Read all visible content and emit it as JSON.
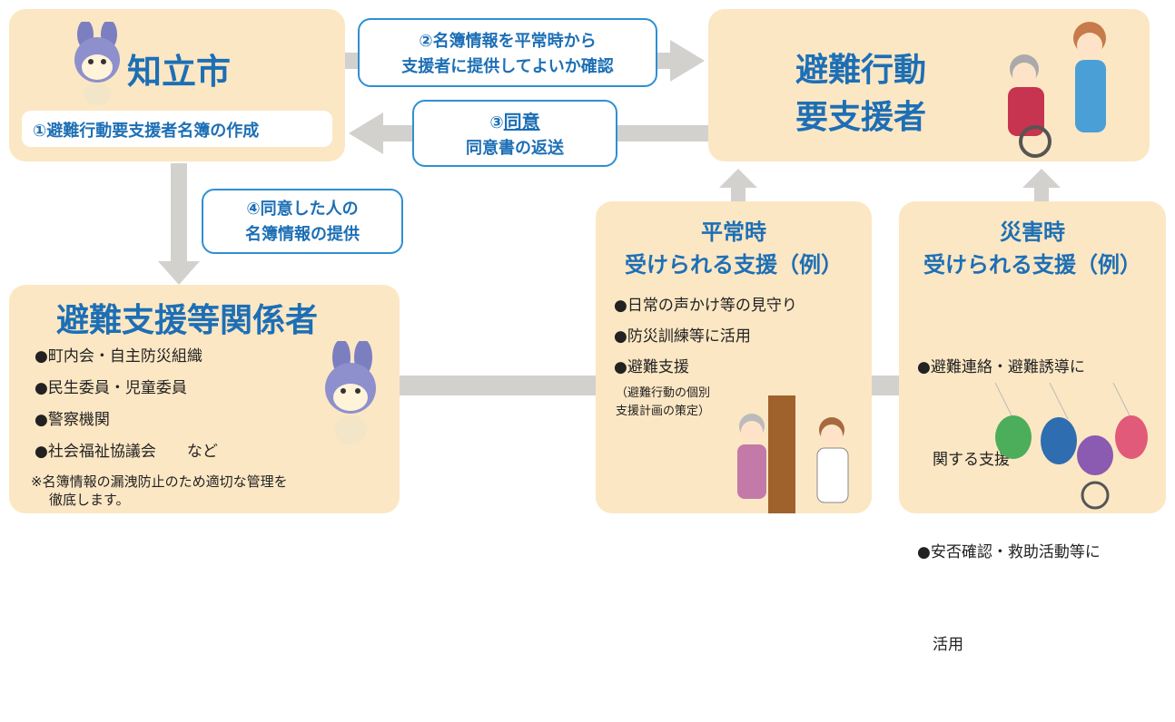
{
  "city": {
    "title": "知立市",
    "step1": "①避難行動要支援者名簿の作成"
  },
  "target": {
    "line1": "避難行動",
    "line2": "要支援者"
  },
  "step2": {
    "line1": "②名簿情報を平常時から",
    "line2": "支援者に提供してよいか確認"
  },
  "step3": {
    "num": "③",
    "consent": "同意",
    "line2": "同意書の返送"
  },
  "step4": {
    "line1": "④同意した人の",
    "line2": "名簿情報の提供"
  },
  "support_org": {
    "title": "避難支援等関係者",
    "items": [
      "●町内会・自主防災組織",
      "●民生委員・児童委員",
      "●警察機関",
      "●社会福祉協議会　　など"
    ],
    "note_line1": "※名簿情報の漏洩防止のため適切な管理を",
    "note_line2": "徹底します。"
  },
  "normal": {
    "title_line1": "平常時",
    "title_line2": "受けられる支援（例）",
    "items": [
      "●日常の声かけ等の見守り",
      "●防災訓練等に活用",
      "●避難支援"
    ],
    "sub_line1": "（避難行動の個別",
    "sub_line2": "支援計画の策定）"
  },
  "disaster": {
    "title_line1": "災害時",
    "title_line2": "受けられる支援（例）",
    "items": [
      "●避難連絡・避難誘導に",
      "　関する支援",
      "●安否確認・救助活動等に",
      "　活用"
    ]
  },
  "colors": {
    "box": "#fce7c4",
    "arrow": "#d3d1cd",
    "blue": "#1d6fb5",
    "bubble_border": "#2f8fd2"
  }
}
